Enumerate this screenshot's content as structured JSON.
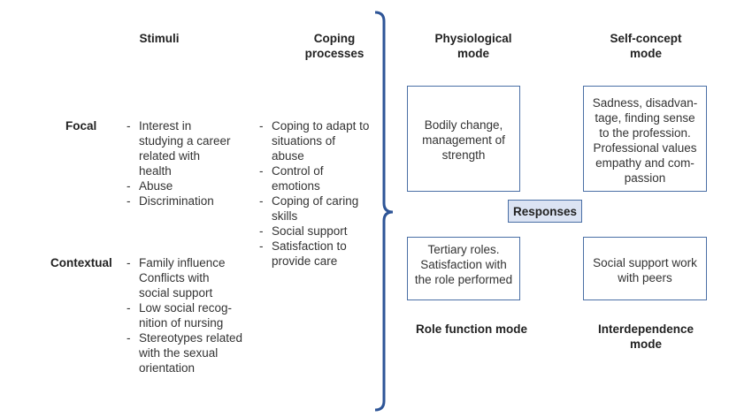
{
  "headers": {
    "stimuli": "Stimuli",
    "coping_processes": "Coping\nprocesses",
    "physiological_mode": "Physiological\nmode",
    "self_concept_mode": "Self-concept\nmode"
  },
  "rows": {
    "focal": "Focal",
    "contextual": "Contextual"
  },
  "stimuli": {
    "focal": [
      {
        "text": "Interest in studying a career related with health",
        "dash": true
      },
      {
        "text": "Abuse",
        "dash": true
      },
      {
        "text": "Discrimination",
        "dash": true
      }
    ],
    "contextual": [
      {
        "text": "Family influence",
        "dash": true
      },
      {
        "text": "Conflicts with social support",
        "dash": false
      },
      {
        "text": "Low social recog-nition of nursing",
        "dash": true
      },
      {
        "text": "Stereotypes related with the sexual orientation",
        "dash": true
      }
    ]
  },
  "coping": [
    "Coping to adapt to situations of abuse",
    "Control of emotions",
    "Coping of caring skills",
    "Social support",
    "Satisfaction to provide care"
  ],
  "boxes": {
    "physiological": "Bodily change, management of strength",
    "self_concept": "Sadness, disadvan-tage, finding sense to the profession. Professional values empathy and com-passion",
    "role_function": "Tertiary roles. Satisfaction with the role performed",
    "interdependence": "Social support work with peers"
  },
  "responses": "Responses",
  "mode_labels": {
    "role_function": "Role function mode",
    "interdependence": "Interdependence\nmode"
  },
  "colors": {
    "bracket": "#2e5597",
    "box_border": "#4a6fa5",
    "responses_fill": "#dbe3f3"
  }
}
